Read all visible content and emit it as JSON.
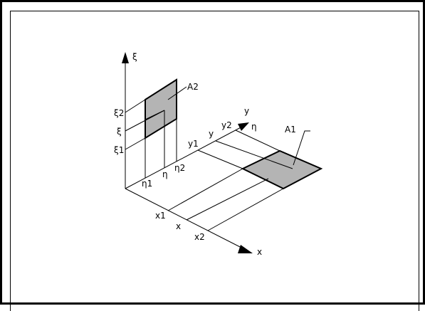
{
  "diagram": {
    "labels": {
      "xi_axis": "ξ",
      "y_axis": "y",
      "eta_axis": "η",
      "x_axis": "x",
      "area_a2": "A2",
      "area_a1": "A1",
      "xi_2": "ξ2",
      "xi": "ξ",
      "xi_1": "ξ1",
      "eta_1": "η1",
      "eta": "η",
      "eta_2": "η2",
      "y_1": "y1",
      "y": "y",
      "y_2": "y2",
      "x_1": "x1",
      "x": "x",
      "x_2": "x2"
    },
    "colors": {
      "line": "#000000",
      "fill_area": "#b4b4b4",
      "background": "#ffffff"
    }
  }
}
